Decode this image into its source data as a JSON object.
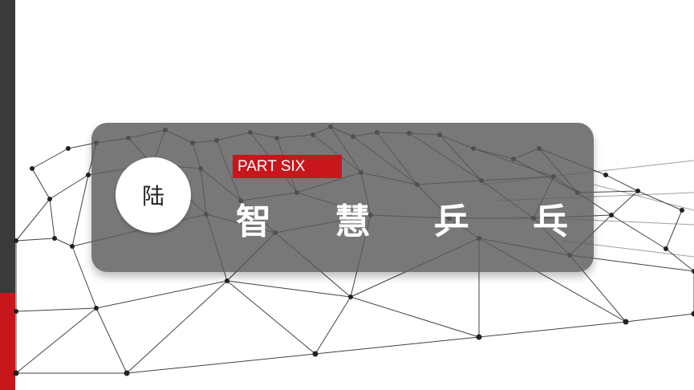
{
  "slide": {
    "section_number": "陆",
    "part_label": "PART SIX",
    "title": "智 慧 乒 乓"
  },
  "colors": {
    "accent_red": "#c8161d",
    "dark_bar": "#3a3a3a",
    "panel": "#5a5a5a",
    "network_lines": "#1a1a1a"
  }
}
